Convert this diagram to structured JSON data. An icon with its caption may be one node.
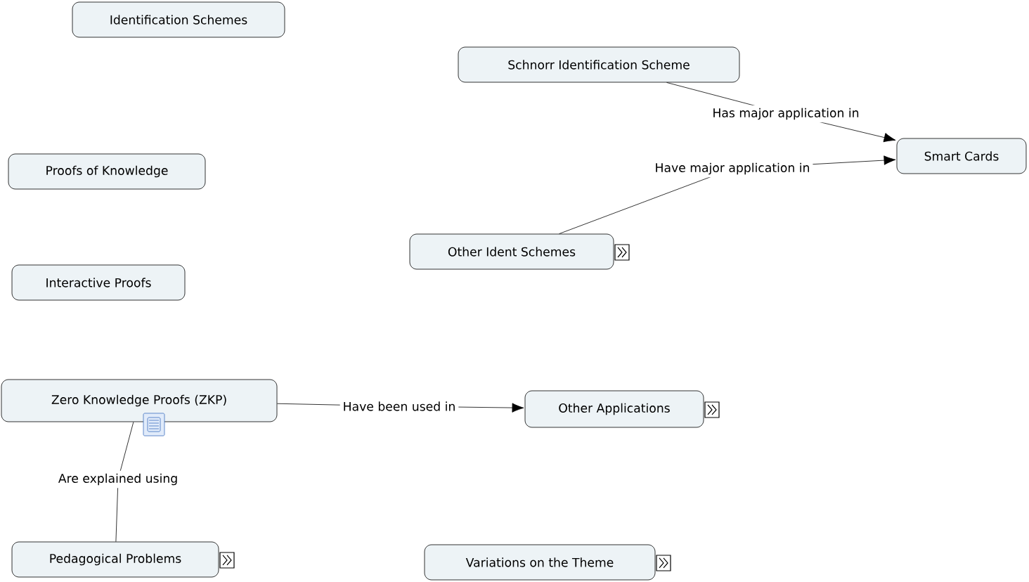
{
  "diagram": {
    "nodes": [
      {
        "text": [
          "Identification Schemes"
        ]
      },
      {
        "text": [
          "Schnorr Identification Scheme"
        ]
      },
      {
        "text": [
          "Smart Cards"
        ]
      },
      {
        "text": [
          "Proofs of Knowledge"
        ]
      },
      {
        "text": [
          "Other Ident Schemes"
        ]
      },
      {
        "text": [
          "Interactive Proofs"
        ]
      },
      {
        "text": [
          "Zero Knowledge Proofs (ZKP)"
        ]
      },
      {
        "text": [
          "Other Applications"
        ]
      },
      {
        "text": [
          "Pedagogical Problems"
        ]
      },
      {
        "text": [
          "Variations on the Theme"
        ]
      }
    ],
    "edges": [
      {
        "from": 1,
        "to": 2,
        "arrow": "to",
        "label": "Has major application in"
      },
      {
        "from": 4,
        "to": 2,
        "arrow": "to",
        "label": "Have major application in"
      },
      {
        "from": 6,
        "to": 7,
        "arrow": "to",
        "label": "Have been used in"
      },
      {
        "from": 6,
        "to": 8,
        "arrow": "none",
        "label": "Are explained using"
      }
    ]
  }
}
